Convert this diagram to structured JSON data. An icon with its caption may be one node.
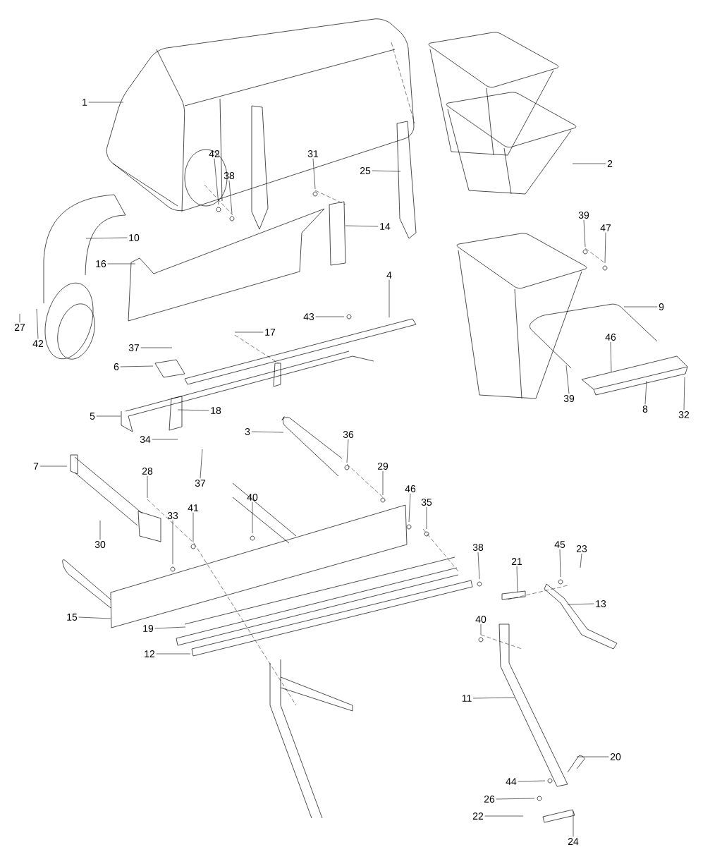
{
  "diagram": {
    "nodes": [
      {
        "text": [
          "1"
        ]
      },
      {
        "text": [
          "42"
        ]
      },
      {
        "text": [
          "31"
        ]
      },
      {
        "text": [
          "2"
        ]
      },
      {
        "text": [
          "25"
        ]
      },
      {
        "text": [
          "38"
        ]
      },
      {
        "text": [
          "39"
        ]
      },
      {
        "text": [
          "14"
        ]
      },
      {
        "text": [
          "47"
        ]
      },
      {
        "text": [
          "10"
        ]
      },
      {
        "text": [
          "16"
        ]
      },
      {
        "text": [
          "4"
        ]
      },
      {
        "text": [
          "9"
        ]
      },
      {
        "text": [
          "43"
        ]
      },
      {
        "text": [
          "27"
        ]
      },
      {
        "text": [
          "17"
        ]
      },
      {
        "text": [
          "46"
        ]
      },
      {
        "text": [
          "42"
        ]
      },
      {
        "text": [
          "37"
        ]
      },
      {
        "text": [
          "6"
        ]
      },
      {
        "text": [
          "39"
        ]
      },
      {
        "text": [
          "8"
        ]
      },
      {
        "text": [
          "18"
        ]
      },
      {
        "text": [
          "32"
        ]
      },
      {
        "text": [
          "5"
        ]
      },
      {
        "text": [
          "3"
        ]
      },
      {
        "text": [
          "36"
        ]
      },
      {
        "text": [
          "34"
        ]
      },
      {
        "text": [
          "7"
        ]
      },
      {
        "text": [
          "29"
        ]
      },
      {
        "text": [
          "28"
        ]
      },
      {
        "text": [
          "37"
        ]
      },
      {
        "text": [
          "46"
        ]
      },
      {
        "text": [
          "40"
        ]
      },
      {
        "text": [
          "35"
        ]
      },
      {
        "text": [
          "41"
        ]
      },
      {
        "text": [
          "33"
        ]
      },
      {
        "text": [
          "30"
        ]
      },
      {
        "text": [
          "45"
        ]
      },
      {
        "text": [
          "38"
        ]
      },
      {
        "text": [
          "23"
        ]
      },
      {
        "text": [
          "21"
        ]
      },
      {
        "text": [
          "13"
        ]
      },
      {
        "text": [
          "15"
        ]
      },
      {
        "text": [
          "40"
        ]
      },
      {
        "text": [
          "19"
        ]
      },
      {
        "text": [
          "12"
        ]
      },
      {
        "text": [
          "11"
        ]
      },
      {
        "text": [
          "20"
        ]
      },
      {
        "text": [
          "44"
        ]
      },
      {
        "text": [
          "26"
        ]
      },
      {
        "text": [
          "22"
        ]
      },
      {
        "text": [
          "24"
        ]
      }
    ],
    "edges": [
      {
        "from": 0,
        "to": null,
        "arrow": "none"
      },
      {
        "from": 1,
        "to": null,
        "arrow": "none"
      },
      {
        "from": 2,
        "to": null,
        "arrow": "none"
      },
      {
        "from": 3,
        "to": null,
        "arrow": "none"
      },
      {
        "from": 4,
        "to": null,
        "arrow": "none"
      },
      {
        "from": 5,
        "to": null,
        "arrow": "none"
      },
      {
        "from": 6,
        "to": null,
        "arrow": "none"
      },
      {
        "from": 7,
        "to": null,
        "arrow": "none"
      },
      {
        "from": 8,
        "to": null,
        "arrow": "none"
      },
      {
        "from": 9,
        "to": null,
        "arrow": "none"
      },
      {
        "from": 10,
        "to": null,
        "arrow": "none"
      },
      {
        "from": 11,
        "to": null,
        "arrow": "none"
      },
      {
        "from": 12,
        "to": null,
        "arrow": "none"
      },
      {
        "from": 13,
        "to": null,
        "arrow": "none"
      },
      {
        "from": 14,
        "to": null,
        "arrow": "none"
      },
      {
        "from": 15,
        "to": null,
        "arrow": "none"
      },
      {
        "from": 16,
        "to": null,
        "arrow": "none"
      },
      {
        "from": 17,
        "to": null,
        "arrow": "none"
      },
      {
        "from": 18,
        "to": null,
        "arrow": "none"
      },
      {
        "from": 19,
        "to": null,
        "arrow": "none"
      },
      {
        "from": 20,
        "to": null,
        "arrow": "none"
      },
      {
        "from": 21,
        "to": null,
        "arrow": "none"
      },
      {
        "from": 22,
        "to": null,
        "arrow": "none"
      },
      {
        "from": 23,
        "to": null,
        "arrow": "none"
      },
      {
        "from": 24,
        "to": null,
        "arrow": "none"
      },
      {
        "from": 25,
        "to": null,
        "arrow": "none"
      },
      {
        "from": 26,
        "to": null,
        "arrow": "none"
      },
      {
        "from": 27,
        "to": null,
        "arrow": "none"
      },
      {
        "from": 28,
        "to": null,
        "arrow": "none"
      },
      {
        "from": 29,
        "to": null,
        "arrow": "none"
      },
      {
        "from": 30,
        "to": null,
        "arrow": "none"
      },
      {
        "from": 31,
        "to": null,
        "arrow": "none"
      },
      {
        "from": 32,
        "to": null,
        "arrow": "none"
      },
      {
        "from": 33,
        "to": null,
        "arrow": "none"
      },
      {
        "from": 34,
        "to": null,
        "arrow": "none"
      },
      {
        "from": 35,
        "to": null,
        "arrow": "none"
      },
      {
        "from": 36,
        "to": null,
        "arrow": "none"
      },
      {
        "from": 37,
        "to": null,
        "arrow": "none"
      },
      {
        "from": 38,
        "to": null,
        "arrow": "none"
      },
      {
        "from": 39,
        "to": null,
        "arrow": "none"
      },
      {
        "from": 40,
        "to": null,
        "arrow": "none"
      },
      {
        "from": 41,
        "to": null,
        "arrow": "none"
      },
      {
        "from": 42,
        "to": null,
        "arrow": "none"
      },
      {
        "from": 43,
        "to": null,
        "arrow": "none"
      },
      {
        "from": 44,
        "to": null,
        "arrow": "none"
      },
      {
        "from": 45,
        "to": null,
        "arrow": "none"
      },
      {
        "from": 46,
        "to": null,
        "arrow": "none"
      },
      {
        "from": 47,
        "to": null,
        "arrow": "none"
      },
      {
        "from": 48,
        "to": null,
        "arrow": "none"
      },
      {
        "from": 49,
        "to": null,
        "arrow": "none"
      },
      {
        "from": 50,
        "to": null,
        "arrow": "none"
      },
      {
        "from": 51,
        "to": null,
        "arrow": "none"
      },
      {
        "from": 52,
        "to": null,
        "arrow": "none"
      }
    ]
  }
}
